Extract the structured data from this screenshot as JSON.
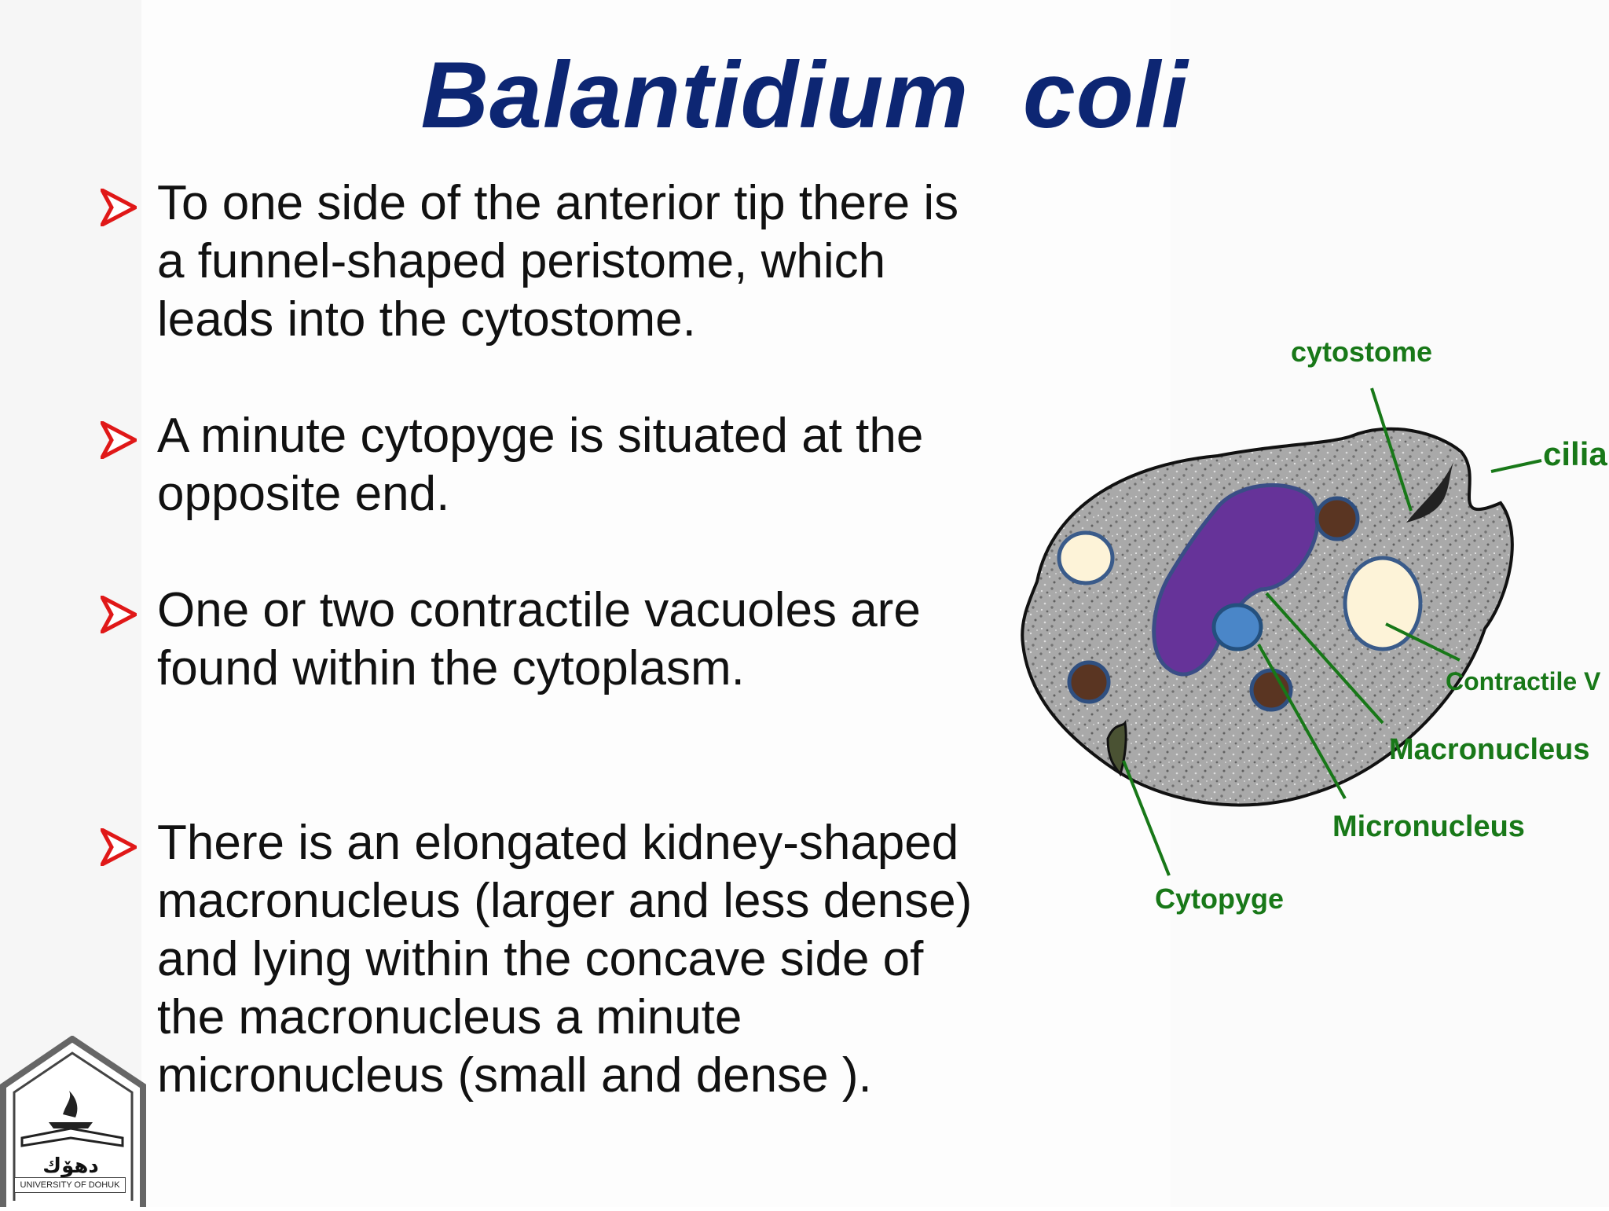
{
  "slide": {
    "title": "Balantidium  coli",
    "bullets": [
      {
        "text": "To one side of the anterior tip there is\na funnel-shaped peristome, which\nleads into the cytostome."
      },
      {
        "text": "A minute cytopyge is situated at the\nopposite end."
      },
      {
        "text": "One or two contractile vacuoles are\nfound within the cytoplasm."
      },
      {
        "text": "There is an elongated kidney-shaped\nmacronucleus (larger and less dense)\nand lying within the concave side of\nthe macronucleus a minute\nmicronucleus (small and dense )."
      }
    ]
  },
  "diagram": {
    "labels": {
      "cytostome": "cytostome",
      "cilia": "cilia",
      "contractile_vacuole": "Contractile V",
      "macronucleus": "Macronucleus",
      "micronucleus": "Micronucleus",
      "cytopyge": "Cytopyge"
    },
    "colors": {
      "label": "#187818",
      "macronucleus": "#663399",
      "micronucleus": "#4a86c8",
      "vacuole": "#fdf3d8",
      "food_vacuole": "#5a3522",
      "cytoplasm": "#a7a7a7"
    }
  },
  "logo": {
    "caption": "UNIVERSITY OF DOHUK",
    "mark": "دهۆك"
  },
  "colors": {
    "title": "#0d2673",
    "bullet_arrow": "#e01818",
    "body_text": "#111111"
  }
}
